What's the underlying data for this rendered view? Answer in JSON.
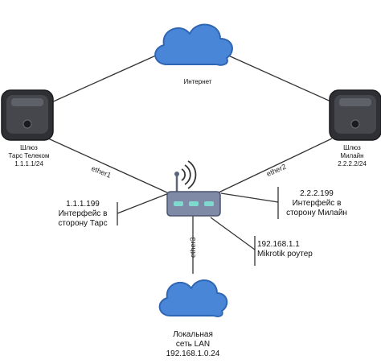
{
  "internet": {
    "label": "Интернет"
  },
  "gateway_left": {
    "label": "Шлюз\nТарс Телеком\n1.1.1.1/24"
  },
  "gateway_right": {
    "label": "Шлюз\nМилайн\n2.2.2.2/24"
  },
  "lan": {
    "label": "Локальная\nсеть LAN\n192.168.1.0.24"
  },
  "router": {
    "annotation_left": "1.1.1.199\nИнтерфейс в\nсторону Тарс",
    "annotation_right": "2.2.2.199\nИнтерфейс в\nсторону Милайн",
    "annotation_bottom": "192.168.1.1\nMikrotik роутер"
  },
  "ports": {
    "ether1": "ether1",
    "ether2": "ether2",
    "ether3": "ether3"
  },
  "colors": {
    "cloud": "#4a86d8",
    "cloud_stroke": "#2f66b3",
    "router_body": "#7e8aa6",
    "router_led": "#7fd9cf",
    "gateway_body": "#3b3d42"
  }
}
